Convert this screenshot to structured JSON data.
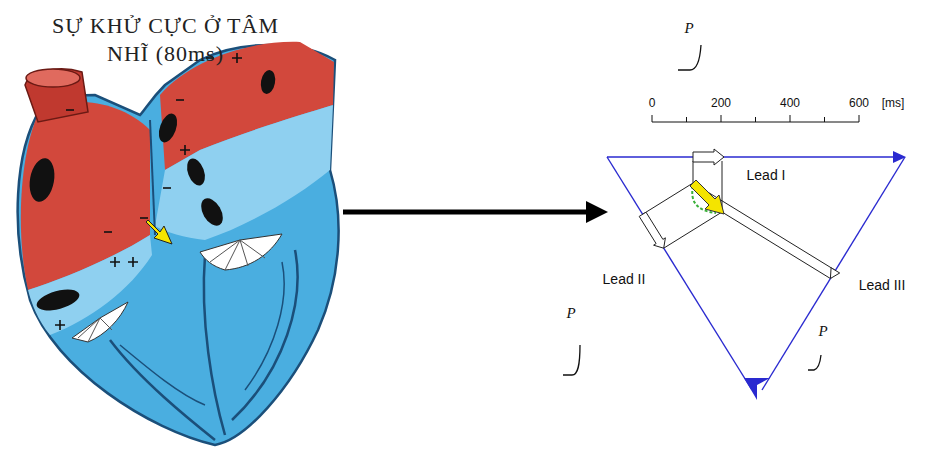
{
  "diagram": {
    "title": "SỰ KHỬ CỰC Ở TÂM NHĨ (80ms)",
    "labels": [
      "P",
      "0",
      "200",
      "400",
      "600",
      "[ms]",
      "Lead I",
      "P",
      "Lead II",
      "P",
      "Lead III"
    ]
  }
}
